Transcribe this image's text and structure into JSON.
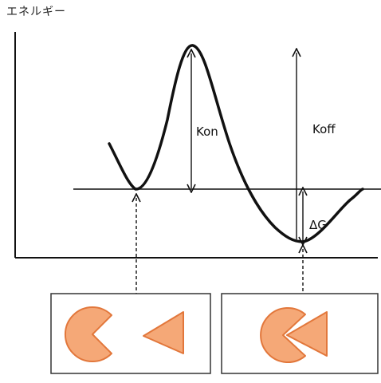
{
  "y_axis_label": "エネルギー",
  "labels": {
    "kon": "Kon",
    "koff": "Koff",
    "delta_g": "ΔG"
  },
  "colors": {
    "line": "#111111",
    "shape_fill": "#f5a877",
    "shape_stroke": "#e2773b",
    "box_border": "#333333"
  },
  "panels": [
    {
      "state": "unbound",
      "shapes": [
        "pacman",
        "triangle"
      ]
    },
    {
      "state": "bound",
      "shapes": [
        "pacman",
        "triangle"
      ]
    }
  ]
}
